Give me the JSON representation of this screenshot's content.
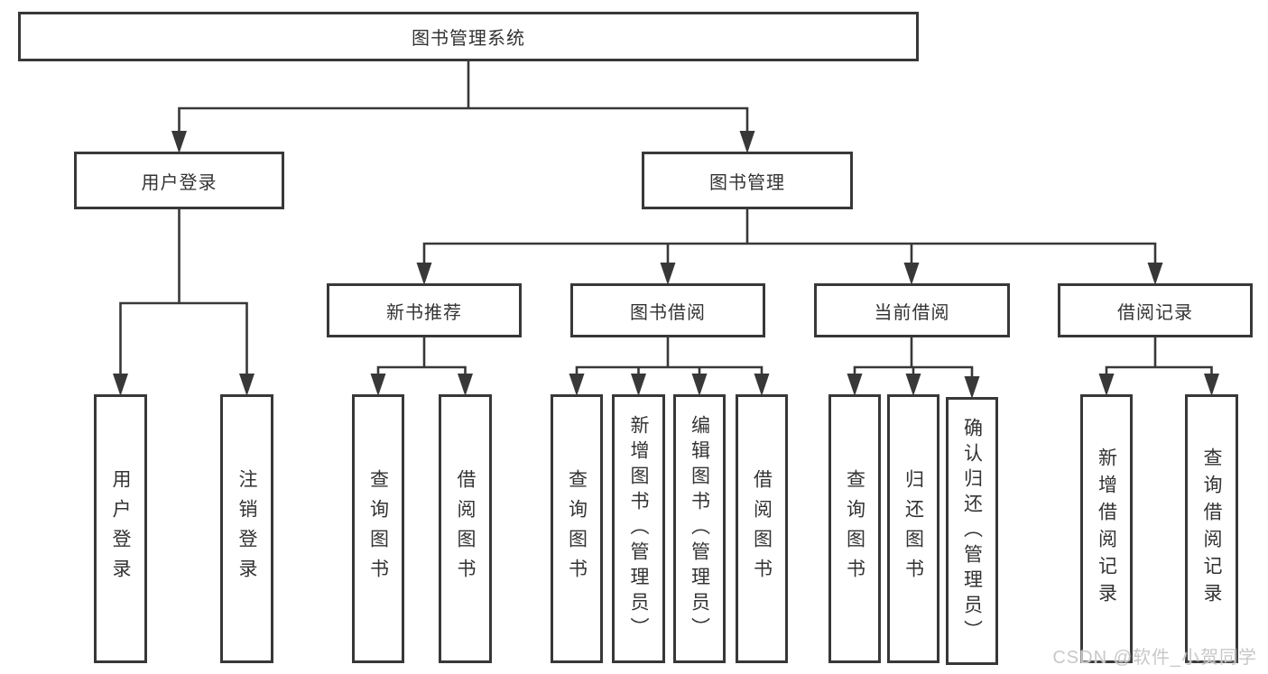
{
  "colors": {
    "line": "#383838",
    "text": "#333333",
    "background": "#ffffff",
    "watermark": "#c8c8c8"
  },
  "diagram": {
    "root": {
      "label": "图书管理系统"
    },
    "branches": [
      {
        "label": "用户登录",
        "children": [
          {
            "label": "用户登录"
          },
          {
            "label": "注销登录"
          }
        ]
      },
      {
        "label": "图书管理",
        "children": [
          {
            "label": "新书推荐",
            "children": [
              {
                "label": "查询图书"
              },
              {
                "label": "借阅图书"
              }
            ]
          },
          {
            "label": "图书借阅",
            "children": [
              {
                "label": "查询图书"
              },
              {
                "label": "新增图书（管理员）"
              },
              {
                "label": "编辑图书（管理员）"
              },
              {
                "label": "借阅图书"
              }
            ]
          },
          {
            "label": "当前借阅",
            "children": [
              {
                "label": "查询图书"
              },
              {
                "label": "归还图书"
              },
              {
                "label": "确认归还（管理员）"
              }
            ]
          },
          {
            "label": "借阅记录",
            "children": [
              {
                "label": "新增借阅记录"
              },
              {
                "label": "查询借阅记录"
              }
            ]
          }
        ]
      }
    ]
  },
  "watermark": {
    "text": "CSDN @软件_小贺同学"
  }
}
